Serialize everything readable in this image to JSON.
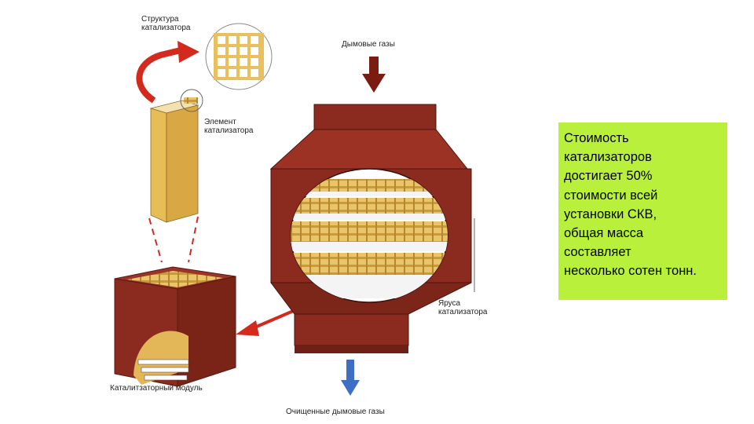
{
  "labels": {
    "catalyst_structure": "Структура\nкатализатора",
    "flue_gases": "Дымовые газы",
    "catalyst_element": "Элемент\nкатализатора",
    "catalyst_tiers": "Яруса\nкатализатора",
    "catalyst_module": "Каталитзаторный модуль",
    "cleaned_gases": "Очищенные дымовые газы"
  },
  "note": {
    "text": "Стоимость\nкатализаторов\nдостигает 50%\nстоимости всей\nустановки СКВ,\nобщая масса\nсоставляет\nнесколько сотен тонн."
  },
  "colors": {
    "housing": "#8b2a1e",
    "housing_dark": "#6e1f16",
    "catalyst": "#e2b655",
    "arrow_in": "#7a1c12",
    "arrow_out": "#3d6fc4",
    "arrow_red": "#d42a1e",
    "note_bg": "#b9f03c"
  }
}
